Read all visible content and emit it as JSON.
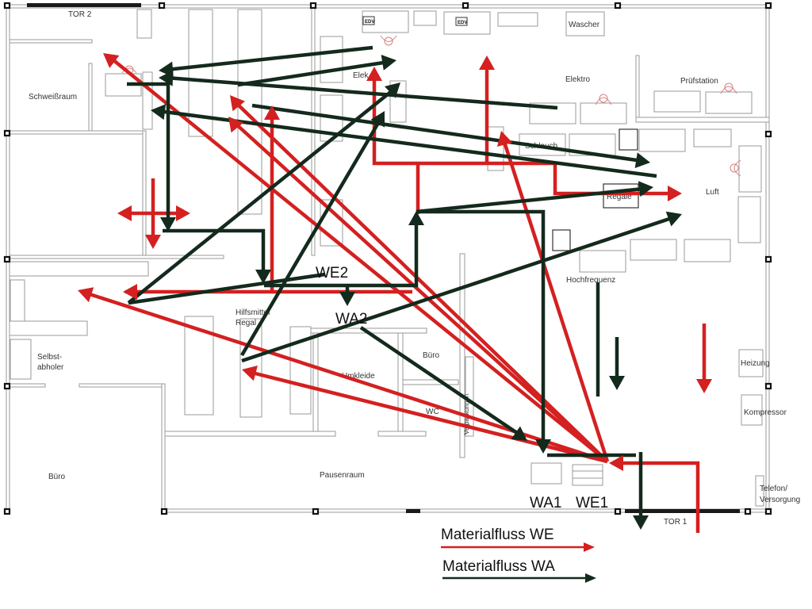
{
  "title": "Hallenlayout Materialfluss",
  "colors": {
    "we_flow": "#d42020",
    "wa_flow": "#132a1c",
    "walls": "#9a9a9a"
  },
  "gates": {
    "tor2": "TOR 2",
    "tor1": "TOR 1"
  },
  "rooms": {
    "schweissraum": "Schweißraum",
    "elektro_left": "Elek",
    "elektro_right": "Elektro",
    "wascher": "Wascher",
    "pruefstation": "Prüfstation",
    "schlauch": "Schlauch",
    "regale": "Regale",
    "luft": "Luft",
    "hochfrequenz": "Hochfrequenz",
    "hilfsmittel_1": "Hilfsmittel",
    "hilfsmittel_2": "Regal",
    "selbst_1": "Selbst-",
    "selbst_2": "abholer",
    "buero_left": "Büro",
    "buero_mid": "Büro",
    "umkleide": "Umkleide",
    "wc": "WC",
    "verpackungen": "Verpackungen",
    "pausenraum": "Pausenraum",
    "heizung": "Heizung",
    "kompressor": "Kompressor",
    "telefon_1": "Telefon/",
    "telefon_2": "Versorgung"
  },
  "equipment": {
    "edv_1": "EDV",
    "edv_2": "EDV"
  },
  "stations": {
    "we2": "WE2",
    "wa2": "WA2",
    "wa1": "WA1",
    "we1": "WE1"
  },
  "legend": {
    "items": [
      {
        "label": "Materialfluss WE",
        "color": "#d42020"
      },
      {
        "label": "Materialfluss WA",
        "color": "#132a1c"
      }
    ]
  }
}
